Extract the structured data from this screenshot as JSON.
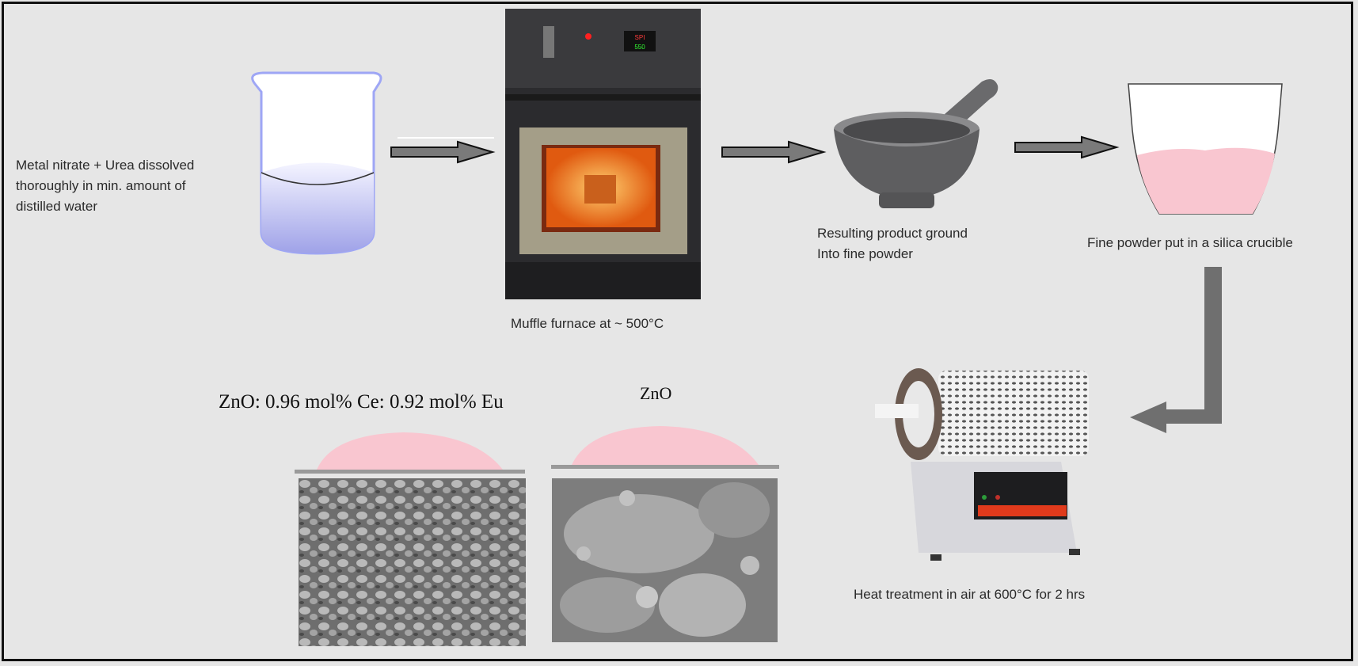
{
  "steps": {
    "dissolve": {
      "lines": [
        "Metal nitrate + Urea dissolved",
        "thoroughly in min. amount of",
        "distilled water"
      ]
    },
    "furnace": {
      "caption": "Muffle furnace at ~ 500°C",
      "display_top": "SPI",
      "display_bottom": "550"
    },
    "grind": {
      "lines": [
        "Resulting product ground",
        "Into fine powder"
      ]
    },
    "crucible": {
      "caption": "Fine powder put in a silica crucible"
    },
    "heat": {
      "caption": "Heat treatment in air at 600°C for 2 hrs"
    }
  },
  "samples": {
    "doped_label": "ZnO: 0.96 mol% Ce: 0.92 mol% Eu",
    "pure_label": "ZnO"
  },
  "colors": {
    "background": "#e6e6e6",
    "arrow": "#7a7a7a",
    "powder_pink": "#f9c6d0",
    "liquid": "#a9acec",
    "furnace_glow": "#ff8a1e"
  }
}
